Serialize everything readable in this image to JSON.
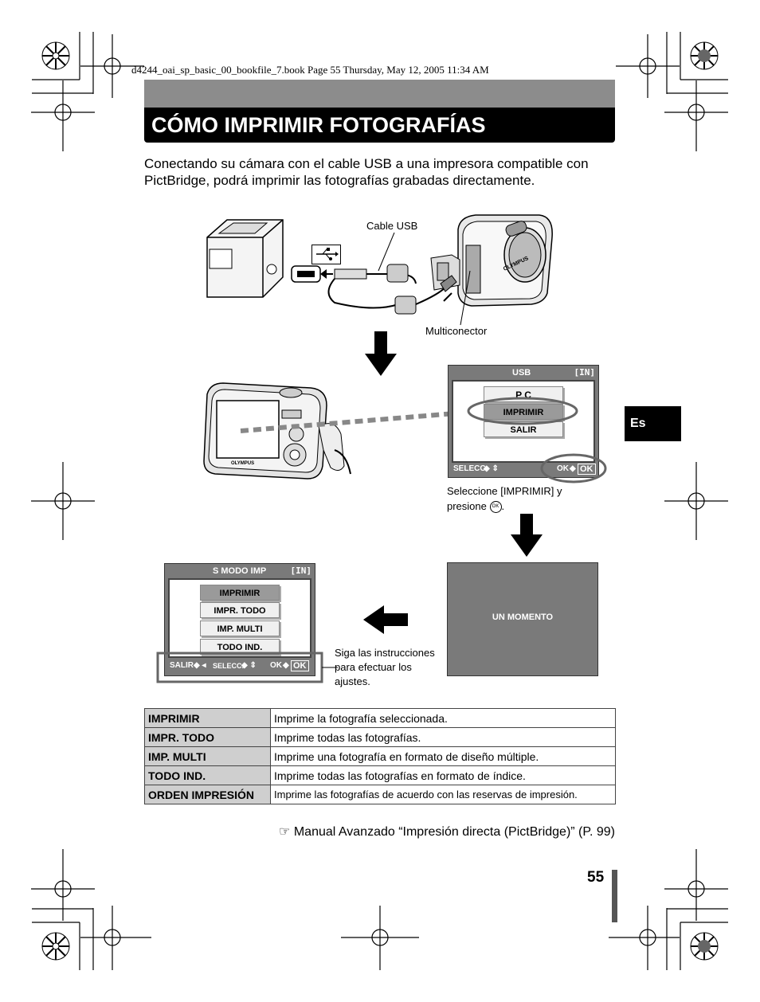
{
  "header": {
    "book_info": "d4244_oai_sp_basic_00_bookfile_7.book  Page 55  Thursday, May 12, 2005  11:34 AM"
  },
  "title": "CÓMO IMPRIMIR FOTOGRAFÍAS",
  "intro": "Conectando su cámara con el cable USB a una impresora compatible con PictBridge, podrá imprimir las fotografías grabadas directamente.",
  "side_tab": "Es",
  "diagram": {
    "cable_label": "Cable USB",
    "connector_label": "Multiconector",
    "camera_brand": "OLYMPUS",
    "usb_screen": {
      "title": "USB",
      "memory": "[IN]",
      "items": [
        "P C",
        "IMPRIMIR",
        "SALIR"
      ],
      "footer_left": "SELECC.",
      "footer_right": "OK",
      "ok_key": "OK"
    },
    "usb_caption_1": "Seleccione [IMPRIMIR] y",
    "usb_caption_2": "presione",
    "wait_screen": {
      "text": "UN MOMENTO"
    },
    "mode_screen": {
      "title": "S MODO IMP",
      "memory": "[IN]",
      "items": [
        "IMPRIMIR",
        "IMPR. TODO",
        "IMP. MULTI",
        "TODO IND."
      ],
      "footer_exit": "SALIR",
      "footer_select": "SELECC.",
      "footer_ok": "OK",
      "ok_key": "OK"
    },
    "mode_caption": [
      "Siga las instrucciones",
      "para efectuar los",
      "ajustes."
    ]
  },
  "table": [
    {
      "key": "IMPRIMIR",
      "value": "Imprime la fotografía seleccionada."
    },
    {
      "key": "IMPR. TODO",
      "value": "Imprime todas las fotografías."
    },
    {
      "key": "IMP. MULTI",
      "value": "Imprime una fotografía en formato de diseño múltiple."
    },
    {
      "key": "TODO IND.",
      "value": "Imprime todas las fotografías en formato de índice."
    },
    {
      "key": "ORDEN IMPRESIÓN",
      "value": "Imprime las fotografías de acuerdo con las reservas de impresión."
    }
  ],
  "reference": "Manual Avanzado “Impresión directa (PictBridge)” (P. 99)",
  "page_number": "55"
}
